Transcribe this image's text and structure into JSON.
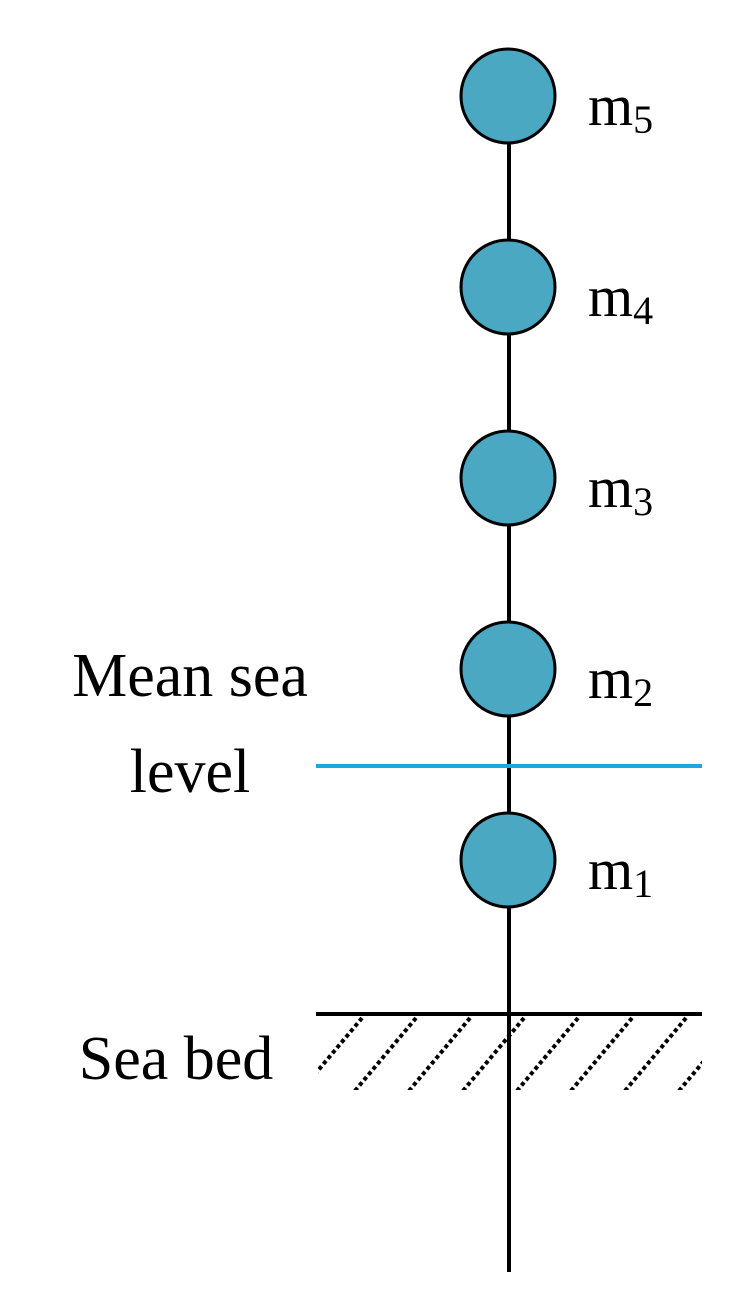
{
  "colors": {
    "mass_fill": "#4aa8c3",
    "stroke": "#000000",
    "sea_level_line": "#1ea7dd"
  },
  "labels": {
    "mean_sea_level_line1": "Mean sea",
    "mean_sea_level_line2": "level",
    "sea_bed": "Sea bed"
  },
  "masses": [
    {
      "base": "m",
      "sub": "5"
    },
    {
      "base": "m",
      "sub": "4"
    },
    {
      "base": "m",
      "sub": "3"
    },
    {
      "base": "m",
      "sub": "2"
    },
    {
      "base": "m",
      "sub": "1"
    }
  ]
}
